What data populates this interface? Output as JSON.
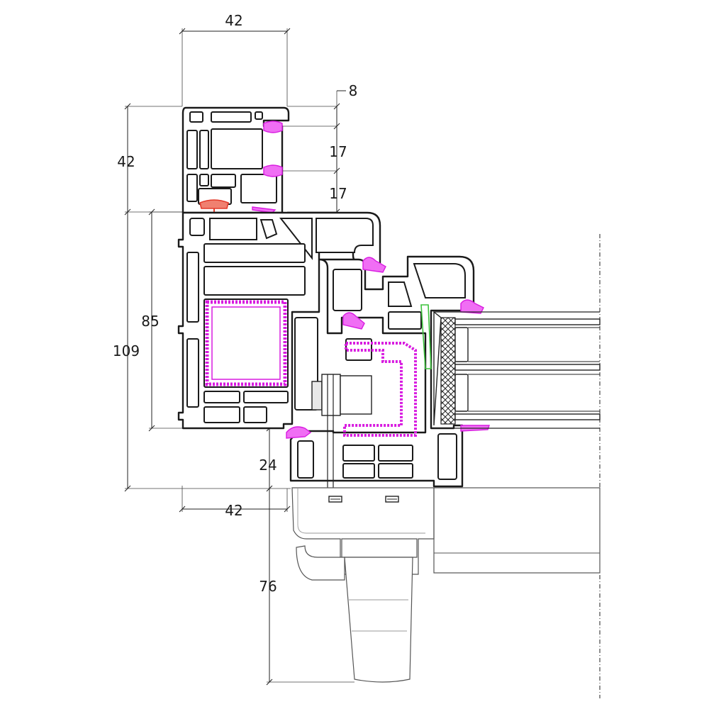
{
  "diagram": {
    "dimensions": {
      "frame_top_width": "42",
      "top_gap": "8",
      "gasket_spacing_1": "17",
      "gasket_spacing_2": "17",
      "coupler_height": "42",
      "frame_height": "85",
      "total_height": "109",
      "sash_offset": "24",
      "frame_bottom_width": "42",
      "handle_length": "76"
    },
    "colors": {
      "gasket": "#f06ef4",
      "steel_reinforcement": "#d81be0",
      "screw": "#e23a2a",
      "glazing_seal": "#3cc23c"
    }
  }
}
